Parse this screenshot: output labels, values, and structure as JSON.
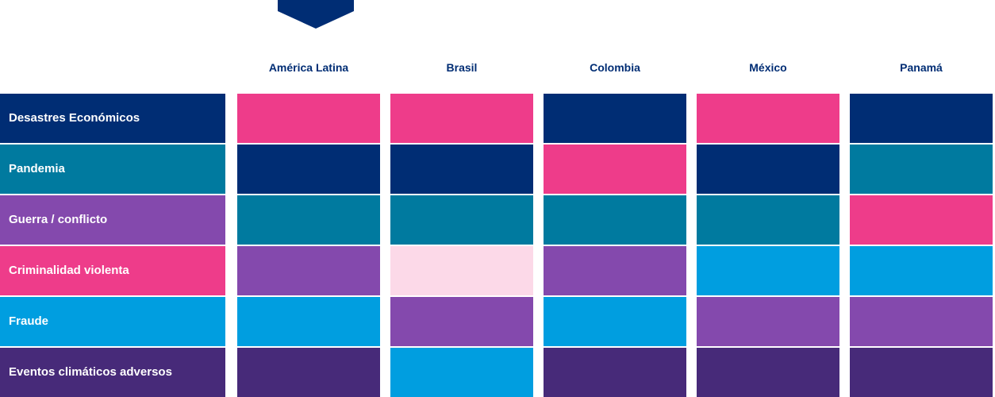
{
  "colors": {
    "navy": "#002D74",
    "teal": "#007A9F",
    "purple": "#8449AD",
    "pink": "#EE3C8A",
    "light_pink": "#FCD9E8",
    "cyan": "#009EE0",
    "dark_purple": "#472A79",
    "header_text": "#002D74"
  },
  "marker": {
    "icon": "chevron-down-icon",
    "column_index": 0
  },
  "columns": [
    "América Latina",
    "Brasil",
    "Colombia",
    "México",
    "Panamá"
  ],
  "rows": [
    {
      "label": "Desastres Económicos",
      "color": "navy",
      "cells": [
        "pink",
        "pink",
        "navy",
        "pink",
        "navy"
      ]
    },
    {
      "label": "Pandemia",
      "color": "teal",
      "cells": [
        "navy",
        "navy",
        "pink",
        "navy",
        "teal"
      ]
    },
    {
      "label": "Guerra / conflicto",
      "color": "purple",
      "cells": [
        "teal",
        "teal",
        "teal",
        "teal",
        "pink"
      ]
    },
    {
      "label": "Criminalidad violenta",
      "color": "pink",
      "cells": [
        "purple",
        "light_pink",
        "purple",
        "cyan",
        "cyan"
      ]
    },
    {
      "label": "Fraude",
      "color": "cyan",
      "cells": [
        "cyan",
        "purple",
        "cyan",
        "purple",
        "purple"
      ]
    },
    {
      "label": "Eventos climáticos adversos",
      "color": "dark_purple",
      "cells": [
        "dark_purple",
        "cyan",
        "dark_purple",
        "dark_purple",
        "dark_purple"
      ]
    }
  ]
}
